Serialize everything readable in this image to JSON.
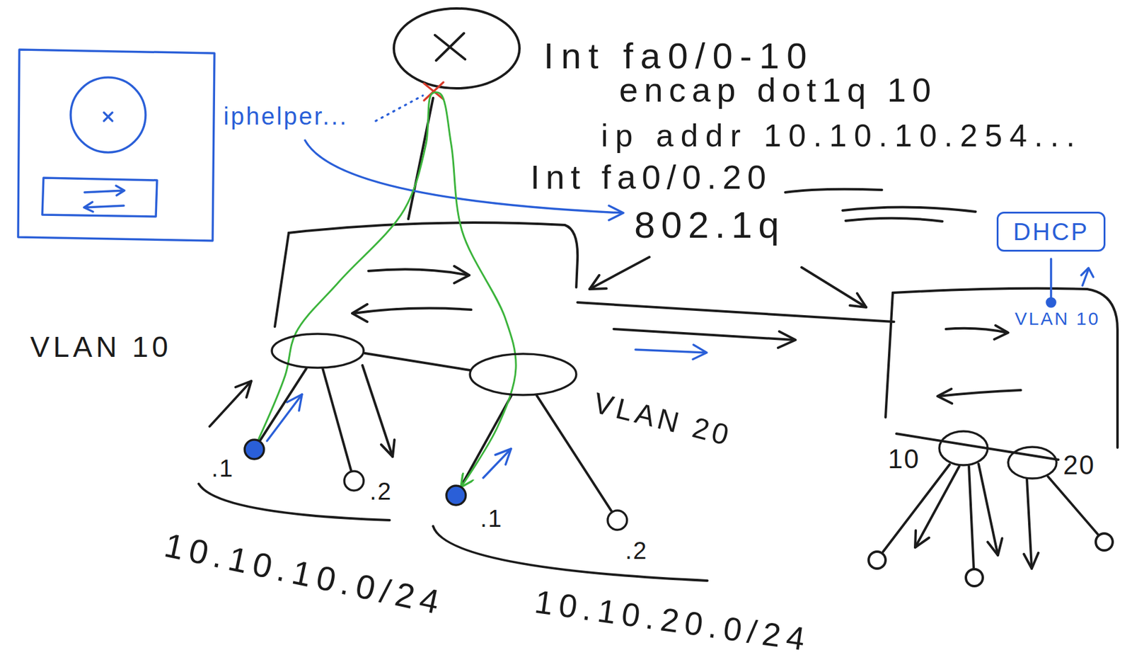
{
  "diagram": {
    "nodes": [
      {
        "text": [
          "DHCP"
        ]
      },
      {
        "text": [
          "VLAN 10"
        ]
      },
      {
        "text": [
          "VLAN 20"
        ]
      },
      {
        "text": [
          ".1"
        ]
      },
      {
        "text": [
          ".2"
        ]
      },
      {
        "text": [
          ".1"
        ]
      },
      {
        "text": [
          ".2"
        ]
      },
      {
        "text": [
          "10"
        ]
      },
      {
        "text": [
          "20"
        ]
      }
    ],
    "edges": [
      {
        "from": 1,
        "to": 3,
        "arrow": "none"
      },
      {
        "from": 1,
        "to": 4,
        "arrow": "none"
      },
      {
        "from": 2,
        "to": 5,
        "arrow": "none"
      },
      {
        "from": 2,
        "to": 6,
        "arrow": "none"
      },
      {
        "from": 3,
        "to": 5,
        "arrow": "to"
      }
    ],
    "labels": [
      "Int fa0/0-10",
      "encap dot1q 10",
      "ip addr 10.10.10.254...",
      "Int fa0/0.20",
      "802.1q",
      "iphelper...",
      "VLAN 10",
      "10.10.10.0/24",
      "10.10.20.0/24"
    ]
  }
}
